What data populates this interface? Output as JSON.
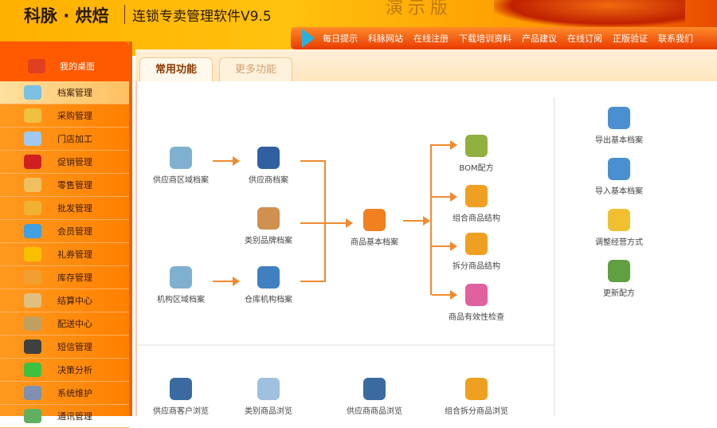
{
  "header": {
    "logo": "科脉 · 烘焙",
    "subtitle": "连锁专卖管理软件V9.5",
    "watermark": "演示版"
  },
  "nav": [
    "每日提示",
    "科脉网站",
    "在线注册",
    "下载培训资料",
    "产品建议",
    "在线订阅",
    "正版验证",
    "联系我们"
  ],
  "sidebar": {
    "home": "我的桌面",
    "items": [
      {
        "label": "档案管理",
        "color": "#7ac0e0"
      },
      {
        "label": "采购管理",
        "color": "#f0c040"
      },
      {
        "label": "门店加工",
        "color": "#a0c8f0"
      },
      {
        "label": "促销管理",
        "color": "#d02020"
      },
      {
        "label": "零售管理",
        "color": "#f0c060"
      },
      {
        "label": "批发管理",
        "color": "#f0b030"
      },
      {
        "label": "会员管理",
        "color": "#40a0e0"
      },
      {
        "label": "礼券管理",
        "color": "#f8c000"
      },
      {
        "label": "库存管理",
        "color": "#f0a030"
      },
      {
        "label": "结算中心",
        "color": "#e0c080"
      },
      {
        "label": "配送中心",
        "color": "#c0a060"
      },
      {
        "label": "短信管理",
        "color": "#404040"
      },
      {
        "label": "决策分析",
        "color": "#40c040"
      },
      {
        "label": "系统维护",
        "color": "#8090b0"
      },
      {
        "label": "通讯管理",
        "color": "#60b060"
      }
    ]
  },
  "tabs": [
    "常用功能",
    "更多功能"
  ],
  "flow": {
    "supplier_region": "供应商区域档案",
    "supplier": "供应商档案",
    "category_brand": "类别品牌档案",
    "org_region": "机构区域档案",
    "warehouse_org": "仓库机构档案",
    "product_basic": "商品基本档案",
    "bom": "BOM配方",
    "combo": "组合商品结构",
    "split": "拆分商品结构",
    "validity": "商品有效性检查"
  },
  "right": [
    "导出基本档案",
    "导入基本档案",
    "调整经营方式",
    "更新配方"
  ],
  "bottom": [
    "供应商客户浏览",
    "类别商品浏览",
    "供应商商品浏览",
    "组合拆分商品浏览"
  ]
}
